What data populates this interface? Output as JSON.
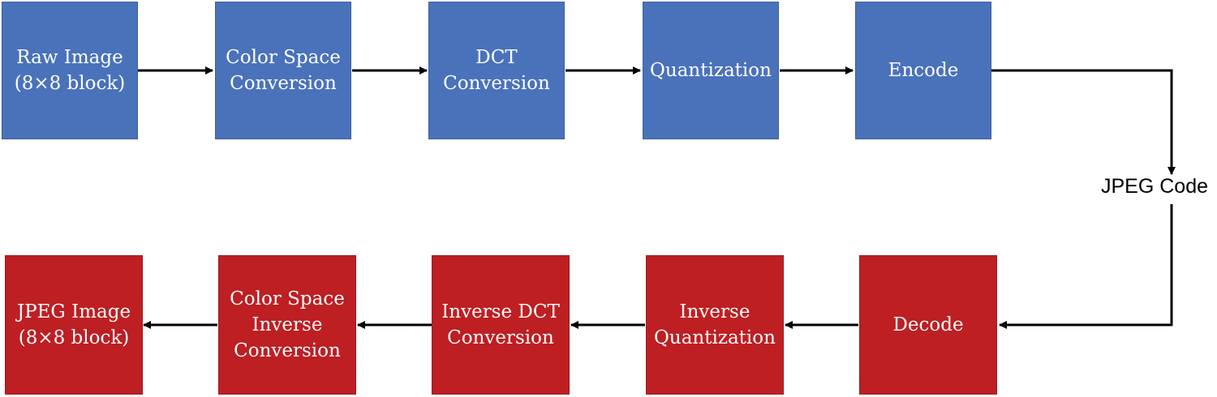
{
  "diagram": {
    "encoder_steps": [
      {
        "label": "Raw Image\n(8×8 block)"
      },
      {
        "label": "Color Space\nConversion"
      },
      {
        "label": "DCT\nConversion"
      },
      {
        "label": "Quantization"
      },
      {
        "label": "Encode"
      }
    ],
    "code_label": "JPEG Code",
    "decoder_steps": [
      {
        "label": "Decode"
      },
      {
        "label": "Inverse\nQuantization"
      },
      {
        "label": "Inverse DCT\nConversion"
      },
      {
        "label": "Color Space\nInverse\nConversion"
      },
      {
        "label": "JPEG Image\n(8×8 block)"
      }
    ],
    "colors": {
      "encoder_fill": "#4a72bb",
      "decoder_fill": "#bd1f23",
      "arrow": "#000000",
      "text": "#ffffff"
    }
  }
}
